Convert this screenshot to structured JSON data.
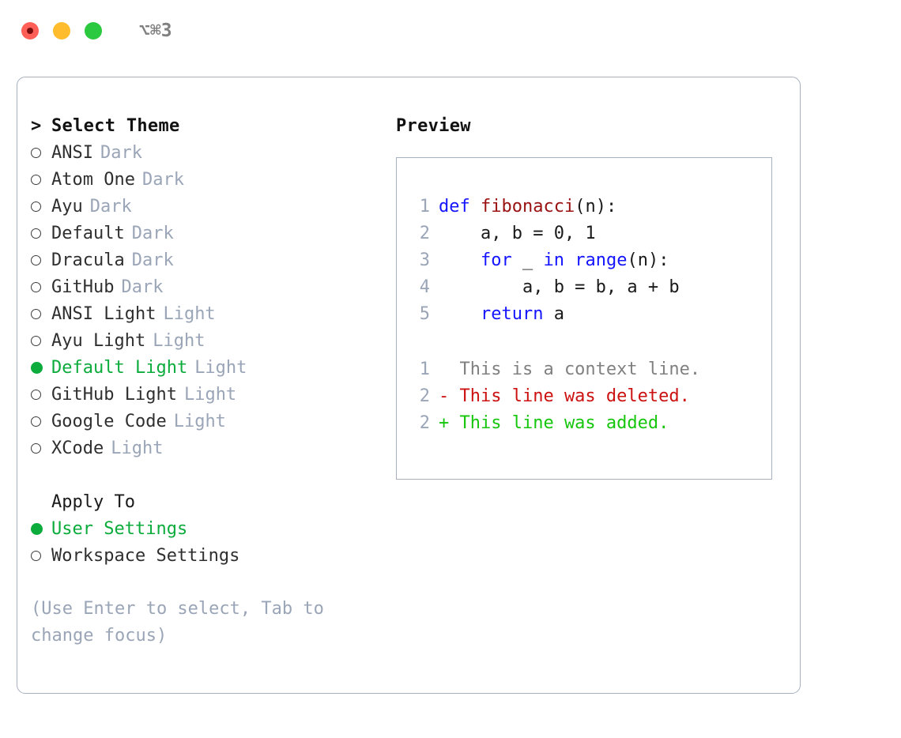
{
  "window": {
    "shortcut": "⌥⌘3",
    "traffic_lights": [
      {
        "name": "close-button",
        "color": "#ff5f56"
      },
      {
        "name": "minimize-button",
        "color": "#ffbd2e"
      },
      {
        "name": "maximize-button",
        "color": "#2bc93f"
      }
    ]
  },
  "theme_picker": {
    "header": "Select Theme",
    "caret": ">",
    "items": [
      {
        "label": "ANSI",
        "tag": "Dark",
        "selected": false,
        "marker": "○"
      },
      {
        "label": "Atom One",
        "tag": "Dark",
        "selected": false,
        "marker": "○"
      },
      {
        "label": "Ayu",
        "tag": "Dark",
        "selected": false,
        "marker": "○"
      },
      {
        "label": "Default",
        "tag": "Dark",
        "selected": false,
        "marker": "○"
      },
      {
        "label": "Dracula",
        "tag": "Dark",
        "selected": false,
        "marker": "○"
      },
      {
        "label": "GitHub",
        "tag": "Dark",
        "selected": false,
        "marker": "○"
      },
      {
        "label": "ANSI Light",
        "tag": "Light",
        "selected": false,
        "marker": "○"
      },
      {
        "label": "Ayu Light",
        "tag": "Light",
        "selected": false,
        "marker": "○"
      },
      {
        "label": "Default Light",
        "tag": "Light",
        "selected": true,
        "marker": "●"
      },
      {
        "label": "GitHub Light",
        "tag": "Light",
        "selected": false,
        "marker": "○"
      },
      {
        "label": "Google Code",
        "tag": "Light",
        "selected": false,
        "marker": "○"
      },
      {
        "label": "XCode",
        "tag": "Light",
        "selected": false,
        "marker": "○"
      }
    ]
  },
  "apply_to": {
    "header": "Apply To",
    "options": [
      {
        "label": "User Settings",
        "selected": true,
        "marker": "●"
      },
      {
        "label": "Workspace Settings",
        "selected": false,
        "marker": "○"
      }
    ]
  },
  "hint": "(Use Enter to select, Tab to change focus)",
  "preview": {
    "title": "Preview",
    "code_lines": [
      {
        "no": "1",
        "tokens": [
          {
            "t": "def",
            "c": "kw"
          },
          {
            "t": " ",
            "c": "pln"
          },
          {
            "t": "fibonacci",
            "c": "fn"
          },
          {
            "t": "(n):",
            "c": "pln"
          }
        ]
      },
      {
        "no": "2",
        "tokens": [
          {
            "t": "    a, b = 0, 1",
            "c": "pln"
          }
        ]
      },
      {
        "no": "3",
        "tokens": [
          {
            "t": "    ",
            "c": "pln"
          },
          {
            "t": "for",
            "c": "kw"
          },
          {
            "t": " _ ",
            "c": "pln"
          },
          {
            "t": "in",
            "c": "kw"
          },
          {
            "t": " ",
            "c": "pln"
          },
          {
            "t": "range",
            "c": "kw"
          },
          {
            "t": "(n):",
            "c": "pln"
          }
        ]
      },
      {
        "no": "4",
        "tokens": [
          {
            "t": "        a, b = b, a + b",
            "c": "pln"
          }
        ]
      },
      {
        "no": "5",
        "tokens": [
          {
            "t": "    ",
            "c": "pln"
          },
          {
            "t": "return",
            "c": "kw"
          },
          {
            "t": " a",
            "c": "pln"
          }
        ]
      }
    ],
    "diff_lines": [
      {
        "no": "1",
        "text": "  This is a context line.",
        "kind": "ctx"
      },
      {
        "no": "2",
        "text": "- This line was deleted.",
        "kind": "del"
      },
      {
        "no": "2",
        "text": "+ This line was added.",
        "kind": "add"
      }
    ]
  },
  "colors": {
    "accent_green": "#0bab3c",
    "border": "#a6b0c0",
    "muted": "#9aa5b7",
    "keyword": "#1414ff",
    "function": "#991111",
    "diff_delete": "#cc1111",
    "diff_add": "#16c60c"
  }
}
